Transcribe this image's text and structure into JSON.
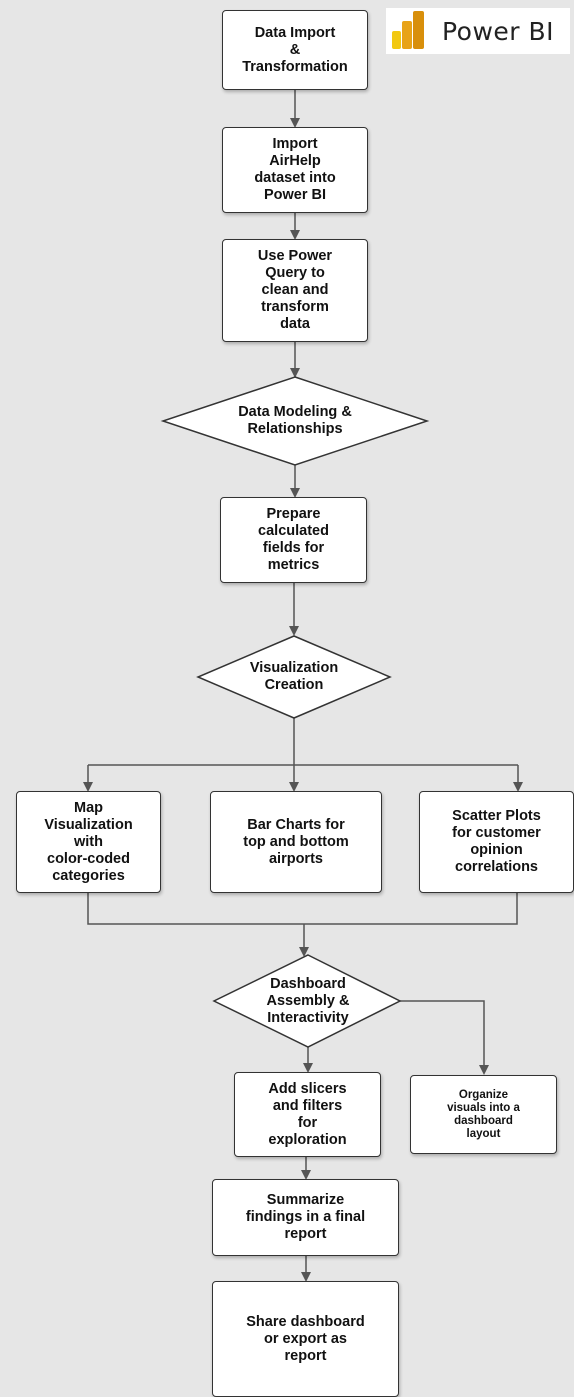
{
  "logo": {
    "text": "Power BI",
    "icon": "power-bi-logo-icon",
    "colors": [
      "#f2c811",
      "#e8a317",
      "#d88f0b"
    ]
  },
  "colors": {
    "background": "#e6e6e6",
    "node_fill": "#ffffff",
    "stroke": "#333333",
    "arrow": "#555555"
  },
  "steps": {
    "data_import": "Data Import\n&\nTransformation",
    "import_dataset": "Import\nAirHelp\ndataset into\nPower BI",
    "power_query": "Use Power\nQuery to\nclean and\ntransform\ndata",
    "data_modeling": "Data Modeling &\nRelationships",
    "calculated_fields": "Prepare\ncalculated\nfields for\nmetrics",
    "visualization": "Visualization\nCreation",
    "map_viz": "Map\nVisualization\nwith\ncolor-coded\ncategories",
    "bar_charts": "Bar Charts for\ntop and bottom\nairports",
    "scatter_plots": "Scatter Plots\nfor customer\nopinion\ncorrelations",
    "dashboard_assembly": "Dashboard\nAssembly &\nInteractivity",
    "slicers": "Add slicers\nand filters\nfor\nexploration",
    "organize_visuals": "Organize\nvisuals into a\ndashboard\nlayout",
    "summarize": "Summarize\nfindings in a final\nreport",
    "share": "Share dashboard\nor export as\nreport"
  }
}
